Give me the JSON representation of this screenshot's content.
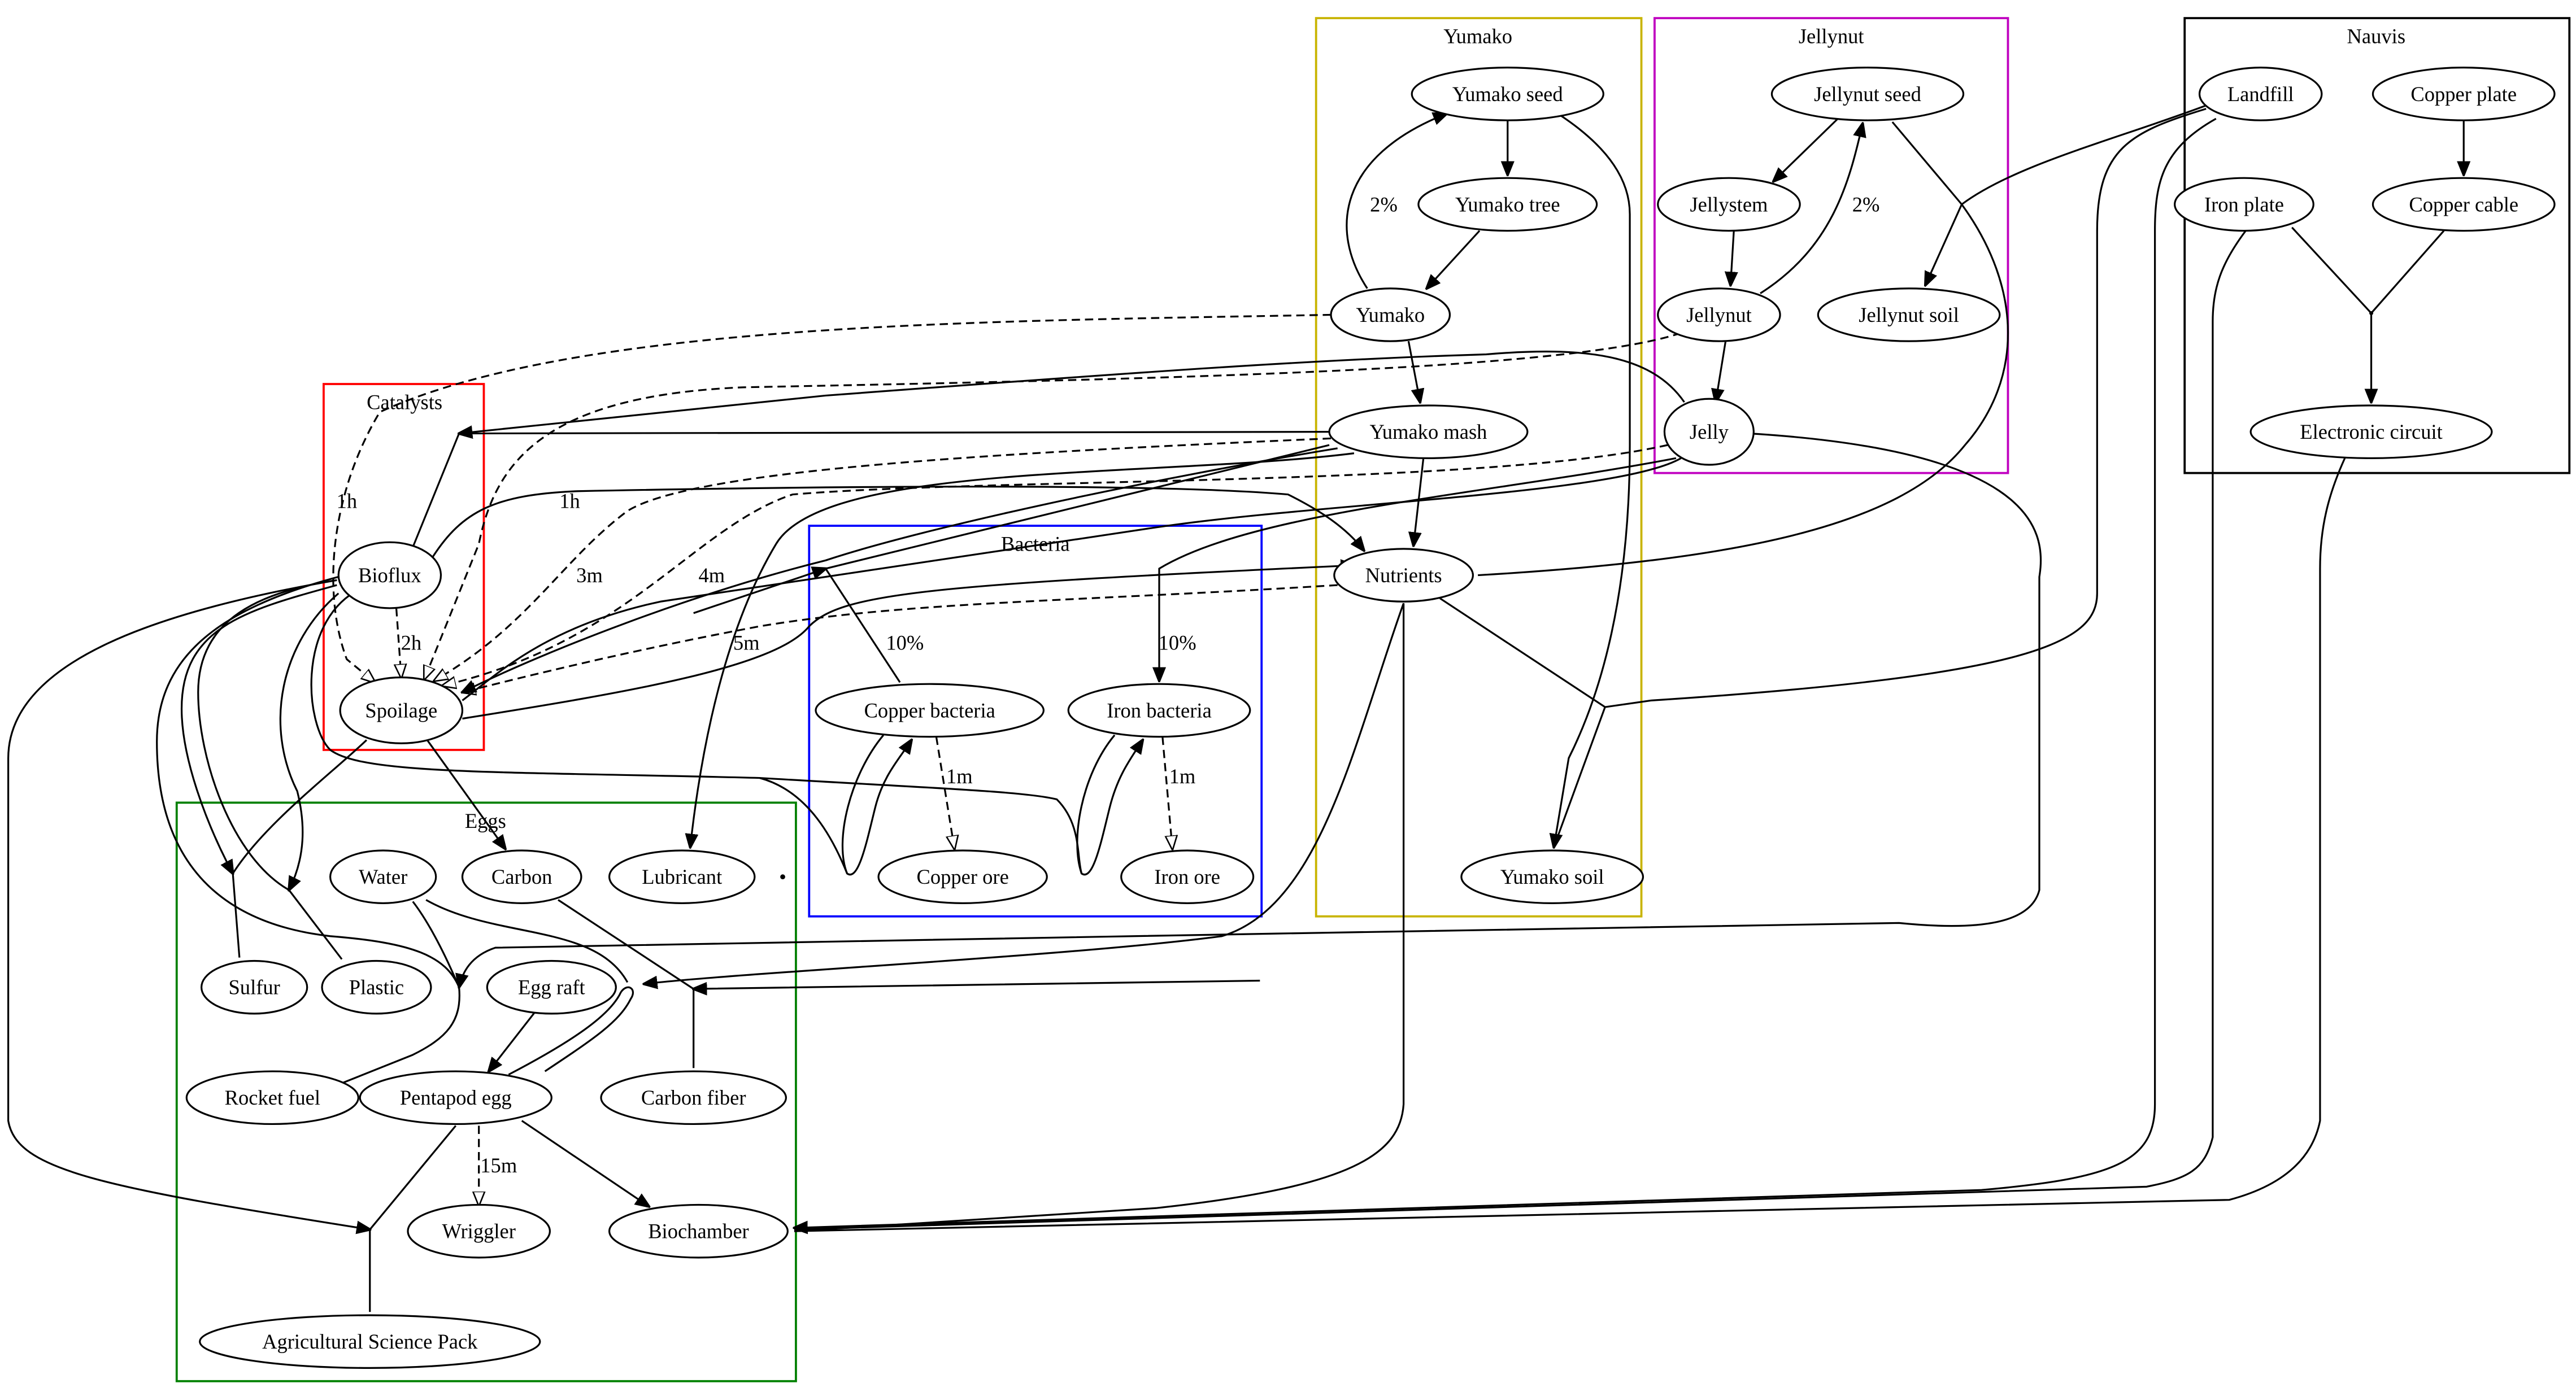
{
  "title": "Gleba production graph",
  "clusters": [
    {
      "id": "yumako",
      "label": "Yumako",
      "color": "#c8b400"
    },
    {
      "id": "jellynut",
      "label": "Jellynut",
      "color": "#c000c0"
    },
    {
      "id": "nauvis",
      "label": "Nauvis",
      "color": "#000000"
    },
    {
      "id": "catalysts",
      "label": "Catalysts",
      "color": "#ff0000"
    },
    {
      "id": "bacteria",
      "label": "Bacteria",
      "color": "#0000ff"
    },
    {
      "id": "eggs",
      "label": "Eggs",
      "color": "#008000"
    }
  ],
  "nodes": [
    {
      "id": "yumako_seed",
      "label": "Yumako seed",
      "cluster": "yumako"
    },
    {
      "id": "yumako_tree",
      "label": "Yumako tree",
      "cluster": "yumako"
    },
    {
      "id": "yumako",
      "label": "Yumako",
      "cluster": "yumako"
    },
    {
      "id": "yumako_mash",
      "label": "Yumako mash",
      "cluster": "yumako"
    },
    {
      "id": "nutrients",
      "label": "Nutrients",
      "cluster": "yumako"
    },
    {
      "id": "yumako_soil",
      "label": "Yumako soil",
      "cluster": "yumako"
    },
    {
      "id": "jellynut_seed",
      "label": "Jellynut seed",
      "cluster": "jellynut"
    },
    {
      "id": "jellystem",
      "label": "Jellystem",
      "cluster": "jellynut"
    },
    {
      "id": "jellynut",
      "label": "Jellynut",
      "cluster": "jellynut"
    },
    {
      "id": "jellynut_soil",
      "label": "Jellynut soil",
      "cluster": "jellynut"
    },
    {
      "id": "jelly",
      "label": "Jelly",
      "cluster": "jellynut"
    },
    {
      "id": "landfill",
      "label": "Landfill",
      "cluster": "nauvis"
    },
    {
      "id": "copper_plate",
      "label": "Copper plate",
      "cluster": "nauvis"
    },
    {
      "id": "iron_plate",
      "label": "Iron plate",
      "cluster": "nauvis"
    },
    {
      "id": "copper_cable",
      "label": "Copper cable",
      "cluster": "nauvis"
    },
    {
      "id": "electronic_circuit",
      "label": "Electronic circuit",
      "cluster": "nauvis"
    },
    {
      "id": "bioflux",
      "label": "Bioflux",
      "cluster": "catalysts"
    },
    {
      "id": "spoilage",
      "label": "Spoilage",
      "cluster": "catalysts"
    },
    {
      "id": "copper_bacteria",
      "label": "Copper bacteria",
      "cluster": "bacteria"
    },
    {
      "id": "iron_bacteria",
      "label": "Iron bacteria",
      "cluster": "bacteria"
    },
    {
      "id": "copper_ore",
      "label": "Copper ore",
      "cluster": "bacteria"
    },
    {
      "id": "iron_ore",
      "label": "Iron ore",
      "cluster": "bacteria"
    },
    {
      "id": "water",
      "label": "Water",
      "cluster": "eggs"
    },
    {
      "id": "carbon",
      "label": "Carbon",
      "cluster": "eggs"
    },
    {
      "id": "lubricant",
      "label": "Lubricant",
      "cluster": "eggs"
    },
    {
      "id": "sulfur",
      "label": "Sulfur",
      "cluster": "eggs"
    },
    {
      "id": "plastic",
      "label": "Plastic",
      "cluster": "eggs"
    },
    {
      "id": "egg_raft",
      "label": "Egg raft",
      "cluster": "eggs"
    },
    {
      "id": "rocket_fuel",
      "label": "Rocket fuel",
      "cluster": "eggs"
    },
    {
      "id": "pentapod_egg",
      "label": "Pentapod egg",
      "cluster": "eggs"
    },
    {
      "id": "carbon_fiber",
      "label": "Carbon fiber",
      "cluster": "eggs"
    },
    {
      "id": "wriggler",
      "label": "Wriggler",
      "cluster": "eggs"
    },
    {
      "id": "biochamber",
      "label": "Biochamber",
      "cluster": "eggs"
    },
    {
      "id": "agri_science",
      "label": "Agricultural Science Pack",
      "cluster": "eggs"
    }
  ],
  "edges": [
    {
      "id": "e_seed_tree",
      "from": "Yumako seed",
      "to": "Yumako tree",
      "style": "solid",
      "label": ""
    },
    {
      "id": "e_tree_yumako",
      "from": "Yumako tree",
      "to": "Yumako",
      "style": "solid",
      "label": ""
    },
    {
      "id": "e_yumako_seed",
      "from": "Yumako",
      "to": "Yumako seed",
      "style": "solid",
      "label": "2%"
    },
    {
      "id": "e_yumako_mash",
      "from": "Yumako",
      "to": "Yumako mash",
      "style": "solid",
      "label": ""
    },
    {
      "id": "e_mash_nutrients",
      "from": "Yumako mash",
      "to": "Nutrients",
      "style": "solid",
      "label": ""
    },
    {
      "id": "e_seed_soil",
      "from": "Yumako seed",
      "to": "Yumako soil",
      "style": "solid",
      "label": ""
    },
    {
      "id": "e_jseed_jstem",
      "from": "Jellynut seed",
      "to": "Jellystem",
      "style": "solid",
      "label": ""
    },
    {
      "id": "e_jstem_jnut",
      "from": "Jellystem",
      "to": "Jellynut",
      "style": "solid",
      "label": ""
    },
    {
      "id": "e_jnut_jseed",
      "from": "Jellynut",
      "to": "Jellynut seed",
      "style": "solid",
      "label": "2%"
    },
    {
      "id": "e_jnut_jelly",
      "from": "Jellynut",
      "to": "Jelly",
      "style": "solid",
      "label": ""
    },
    {
      "id": "e_jseed_jsoil",
      "from": "Jellynut seed",
      "to": "Jellynut soil",
      "style": "solid",
      "label": ""
    },
    {
      "id": "e_cplate_ccable",
      "from": "Copper plate",
      "to": "Copper cable",
      "style": "solid",
      "label": ""
    },
    {
      "id": "e_circuit",
      "from": "Iron plate + Copper cable",
      "to": "Electronic circuit",
      "style": "solid",
      "label": ""
    },
    {
      "id": "e_bioflux",
      "from": "Yumako mash + Jelly",
      "to": "Bioflux",
      "style": "solid",
      "label": ""
    },
    {
      "id": "e_spoil_yumako",
      "from": "Yumako",
      "to": "Spoilage",
      "style": "dashed",
      "label": "1h"
    },
    {
      "id": "e_spoil_bioflux",
      "from": "Bioflux",
      "to": "Spoilage",
      "style": "dashed",
      "label": "2h"
    },
    {
      "id": "e_spoil_jellynut",
      "from": "Jellynut",
      "to": "Spoilage",
      "style": "dashed",
      "label": "1h"
    },
    {
      "id": "e_spoil_mash",
      "from": "Yumako mash",
      "to": "Spoilage",
      "style": "dashed",
      "label": "3m"
    },
    {
      "id": "e_spoil_jelly",
      "from": "Jelly",
      "to": "Spoilage",
      "style": "dashed",
      "label": "4m"
    },
    {
      "id": "e_spoil_nutrients",
      "from": "Nutrients",
      "to": "Spoilage",
      "style": "dashed",
      "label": "5m"
    },
    {
      "id": "e_nutrients_from_spoil",
      "from": "Spoilage",
      "to": "Nutrients",
      "style": "solid",
      "label": ""
    },
    {
      "id": "e_nutrients_from_bioflux",
      "from": "Bioflux",
      "to": "Nutrients",
      "style": "solid",
      "label": ""
    },
    {
      "id": "e_copper_bact",
      "from": "Yumako mash + Spoilage",
      "to": "Copper bacteria",
      "style": "solid",
      "label": "10%"
    },
    {
      "id": "e_iron_bact",
      "from": "Jelly + Spoilage",
      "to": "Iron bacteria",
      "style": "solid",
      "label": "10%"
    },
    {
      "id": "e_cbact_ore",
      "from": "Copper bacteria",
      "to": "Copper ore",
      "style": "dashed",
      "label": "1m"
    },
    {
      "id": "e_ibact_ore",
      "from": "Iron bacteria",
      "to": "Iron ore",
      "style": "dashed",
      "label": "1m"
    },
    {
      "id": "e_cbact_loop",
      "from": "Copper bacteria + Bioflux + Copper ore",
      "to": "Copper bacteria",
      "style": "solid",
      "label": ""
    },
    {
      "id": "e_ibact_loop",
      "from": "Iron bacteria + Bioflux + Iron ore",
      "to": "Iron bacteria",
      "style": "solid",
      "label": ""
    },
    {
      "id": "e_spoil_carbon",
      "from": "Spoilage",
      "to": "Carbon",
      "style": "solid",
      "label": ""
    },
    {
      "id": "e_lubricant",
      "from": "Yumako mash",
      "to": "Lubricant",
      "style": "solid",
      "label": ""
    },
    {
      "id": "e_sulfur",
      "from": "Bioflux + Spoilage",
      "to": "Sulfur",
      "style": "solid",
      "label": ""
    },
    {
      "id": "e_plastic",
      "from": "Bioflux + Yumako mash",
      "to": "Plastic",
      "style": "solid",
      "label": ""
    },
    {
      "id": "e_rocket_fuel",
      "from": "Bioflux + Water + Jelly",
      "to": "Rocket fuel",
      "style": "solid",
      "label": ""
    },
    {
      "id": "e_raft_egg",
      "from": "Egg raft",
      "to": "Pentapod egg",
      "style": "solid",
      "label": ""
    },
    {
      "id": "e_egg_loop",
      "from": "Pentapod egg + Water + Nutrients",
      "to": "Pentapod egg",
      "style": "solid",
      "label": ""
    },
    {
      "id": "e_carbon_fiber",
      "from": "Carbon + Yumako mash",
      "to": "Carbon fiber",
      "style": "solid",
      "label": ""
    },
    {
      "id": "e_egg_wriggler",
      "from": "Pentapod egg",
      "to": "Wriggler",
      "style": "dashed",
      "label": "15m"
    },
    {
      "id": "e_egg_biochamber",
      "from": "Pentapod egg",
      "to": "Biochamber",
      "style": "solid",
      "label": ""
    },
    {
      "id": "e_agri",
      "from": "Pentapod egg + Bioflux",
      "to": "Agricultural Science Pack",
      "style": "solid",
      "label": ""
    },
    {
      "id": "e_biochamber_in",
      "from": "Nutrients + Landfill + Iron plate + Electronic circuit",
      "to": "Biochamber",
      "style": "solid",
      "label": ""
    },
    {
      "id": "e_jsoil_in",
      "from": "Landfill + Nutrients",
      "to": "Jellynut soil",
      "style": "solid",
      "label": ""
    },
    {
      "id": "e_ysoil_in",
      "from": "Landfill + Nutrients",
      "to": "Yumako soil",
      "style": "solid",
      "label": ""
    }
  ]
}
